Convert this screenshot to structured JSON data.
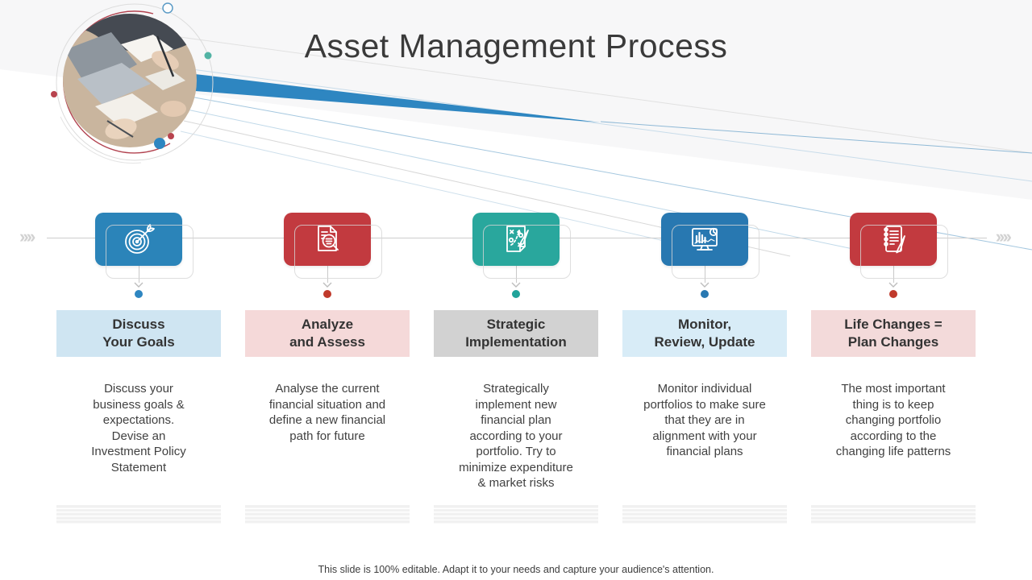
{
  "slide": {
    "title": "Asset Management Process",
    "footer": "This slide is 100% editable. Adapt it to your needs and capture your audience's attention."
  },
  "decor": {
    "photo": "business-meeting-photo",
    "swoosh_color": "#2e86c1",
    "ring_color": "#dcdcdc",
    "red_arc_color": "#b24350",
    "header_band_color": "#f7f7f8"
  },
  "timeline": {
    "left_chevrons": "››››",
    "right_chevrons": "››››",
    "line_color": "#cdcdcd"
  },
  "steps": [
    {
      "icon": "target-icon",
      "accent": "#2b84b9",
      "dot_color": "#2e86c1",
      "label_bg": "#cfe5f2",
      "label": "Discuss\nYour Goals",
      "description": "Discuss your\nbusiness goals &\nexpectations.\nDevise an\nInvestment  Policy\nStatement"
    },
    {
      "icon": "document-search-icon",
      "accent": "#c23a3f",
      "dot_color": "#c0392b",
      "label_bg": "#f5d9d9",
      "label": "Analyze\nand Assess",
      "description": "Analyse the current\nfinancial situation and\ndefine a new financial\npath for future"
    },
    {
      "icon": "strategy-plan-icon",
      "accent": "#29a79d",
      "dot_color": "#20a39a",
      "label_bg": "#d2d2d2",
      "label": "Strategic\nImplementation",
      "description": "Strategically\nimplement new\nfinancial plan\naccording to your\nportfolio. Try to\nminimize expenditure\n& market risks"
    },
    {
      "icon": "monitor-analytics-icon",
      "accent": "#2878b1",
      "dot_color": "#2878b1",
      "label_bg": "#d8ecf7",
      "label": "Monitor,\nReview, Update",
      "description": "Monitor individual\nportfolios to make sure\nthat they are in\nalignment with your\nfinancial plans"
    },
    {
      "icon": "notebook-icon",
      "accent": "#c23a3f",
      "dot_color": "#c0392b",
      "label_bg": "#f3dada",
      "label": "Life Changes =\nPlan Changes",
      "description": "The most important\nthing is to keep\nchanging portfolio\naccording to the\nchanging life patterns"
    }
  ]
}
